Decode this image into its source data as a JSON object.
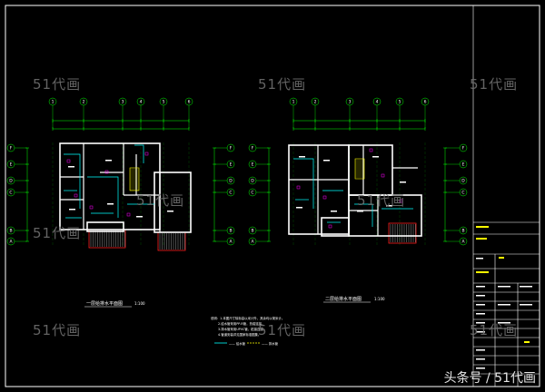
{
  "watermarks": [
    "51代画",
    "51代画",
    "51代画",
    "51代画",
    "51代画",
    "51代画",
    "51代画",
    "51代画",
    "51代画"
  ],
  "credit": "头条号 / 51代画",
  "colors": {
    "background": "#000000",
    "frame": "#ffffff",
    "dimension": "#00ff00",
    "wall": "#ffffff",
    "plumbing": "#00ffff",
    "axis": "#00ff00",
    "stair": "#ffff00",
    "balcony": "#ff2020",
    "fixture": "#ff00ff"
  },
  "plans": {
    "left": {
      "axis_top": [
        "1",
        "2",
        "3",
        "4",
        "5",
        "6"
      ],
      "axis_side": [
        "F",
        "E",
        "D",
        "C",
        "B",
        "A"
      ],
      "title": "一层给排水平面图",
      "scale": "1:100"
    },
    "right": {
      "axis_top": [
        "1",
        "2",
        "3",
        "4",
        "5",
        "6"
      ],
      "axis_side": [
        "F",
        "E",
        "D",
        "C",
        "B",
        "A"
      ],
      "title": "二层给排水平面图",
      "scale": "1:100"
    }
  },
  "legend": {
    "notes": [
      "说明：1.本图尺寸除标高以米计外，其余均以毫米计。",
      "2.给水管采用PP-R管，热熔连接。",
      "3.排水管采用UPVC管，粘接连接。",
      "4.管道安装详见国家标准图集。"
    ],
    "items": [
      "—— 给水管",
      "—— 排水管"
    ]
  }
}
